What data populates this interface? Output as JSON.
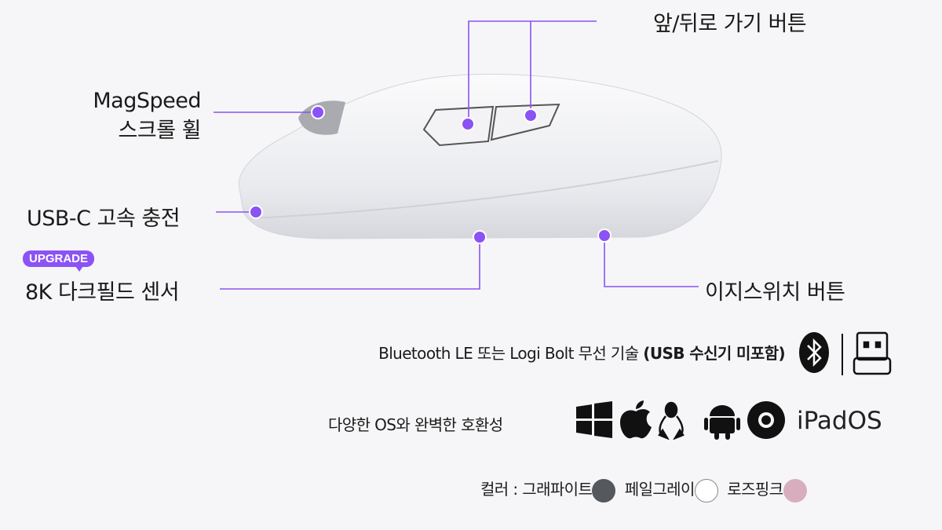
{
  "callouts": {
    "back_forward": "앞/뒤로 가기 버튼",
    "magspeed_line1": "MagSpeed",
    "magspeed_line2": "스크롤 휠",
    "usbc": "USB-C 고속 충전",
    "upgrade_badge": "UPGRADE",
    "sensor": "8K 다크필드 센서",
    "easy_switch": "이지스위치 버튼"
  },
  "connectivity": {
    "text": "Bluetooth LE 또는 Logi Bolt 무선 기술 ",
    "bold": "(USB 수신기 미포함)",
    "icons": [
      "bluetooth-icon",
      "usb-receiver-icon"
    ]
  },
  "compatibility": {
    "text": "다양한 OS와 완벽한 호환성",
    "icons": [
      "windows-icon",
      "apple-icon",
      "linux-icon",
      "android-icon",
      "chrome-icon"
    ],
    "ipados": "iPadOS"
  },
  "colors": {
    "label": "컬러 : ",
    "options": [
      {
        "name": "그래파이트",
        "hex": "#55585c"
      },
      {
        "name": "페일그레이",
        "hex": "#ffffff"
      },
      {
        "name": "로즈핑크",
        "hex": "#d8aebf"
      }
    ]
  },
  "accent": "#8b52f6"
}
